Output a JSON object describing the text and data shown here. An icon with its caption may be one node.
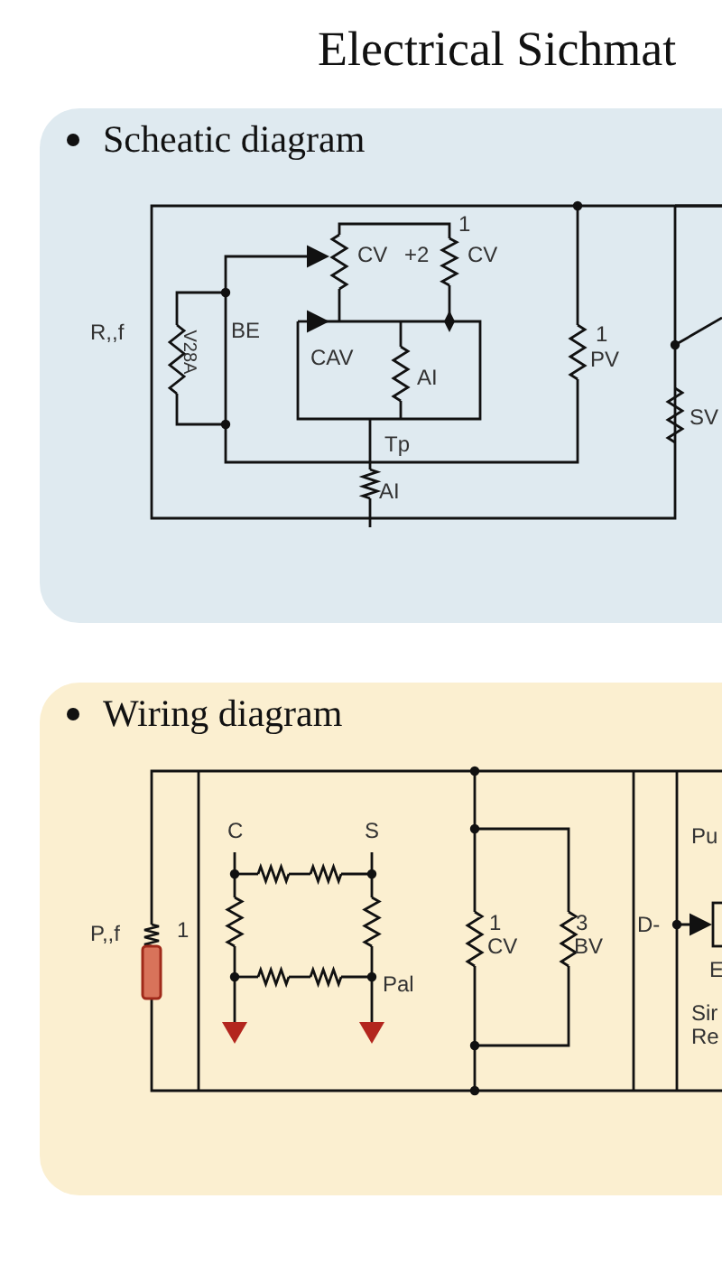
{
  "diagram": {
    "title": "Electrical Sichmat",
    "nodes": [
      {
        "text": [
          "Scheatic diagram"
        ]
      },
      {
        "text": [
          "Wiring diagram"
        ]
      }
    ],
    "labels": [
      "R,,f",
      "V28A",
      "BE",
      "CV",
      "+2",
      "1",
      "CV",
      "CAV",
      "AI",
      "Tp",
      "AI",
      "1",
      "PV",
      "SV",
      "C",
      "S",
      "P,,f",
      "1",
      "Pal",
      "1",
      "CV",
      "3",
      "BV",
      "D-",
      "Pu",
      "E",
      "Sir",
      "Re"
    ]
  }
}
